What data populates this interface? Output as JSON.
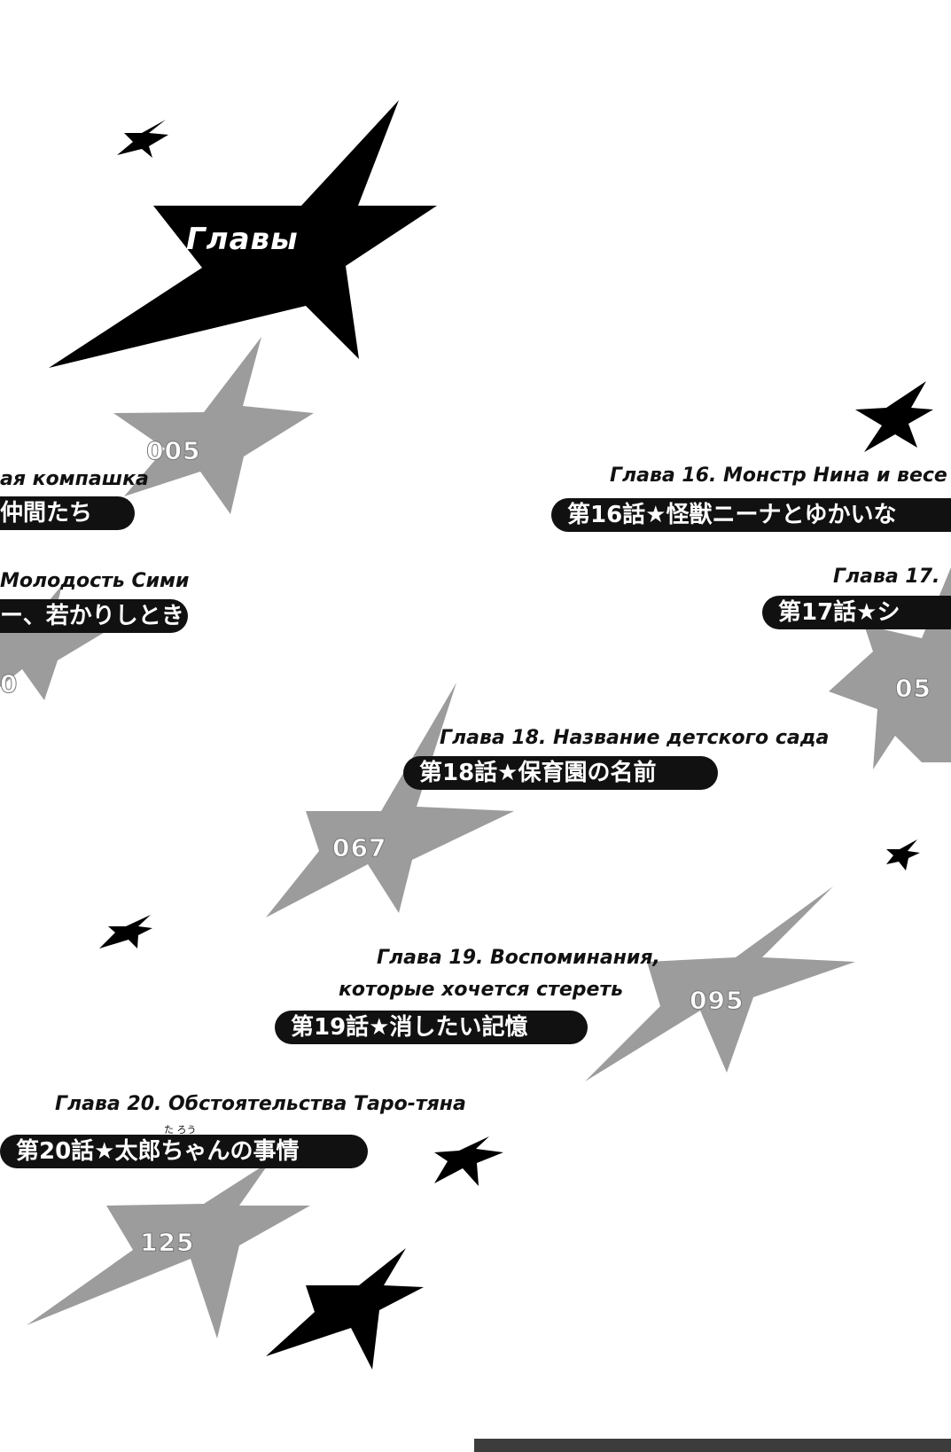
{
  "title": "Главы",
  "chapters": [
    {
      "ru": "ая компашка",
      "jp": "仲間たち",
      "page": "005"
    },
    {
      "ru": "Молодость Сими",
      "jp": "ー、若かりしとき",
      "page": "0"
    },
    {
      "ru": "Глава 16. Монстр Нина и весе",
      "jp": "第16話★怪獣ニーナとゆかいな",
      "page": ""
    },
    {
      "ru": "Глава 17.",
      "jp": "第17話★シ",
      "page": "05"
    },
    {
      "ru": "Глава 18. Название детского сада",
      "jp": "第18話★保育園の名前",
      "page": "067"
    },
    {
      "ru1": "Глава 19. Воспоминания,",
      "ru2": "которые хочется стереть",
      "jp": "第19話★消したい記憶",
      "page": "095"
    },
    {
      "ru": "Глава 20. Обстоятельства Таро-тяна",
      "jp": "第20話★太郎ちゃんの事情",
      "furigana": "た ろう",
      "page": "125"
    }
  ]
}
